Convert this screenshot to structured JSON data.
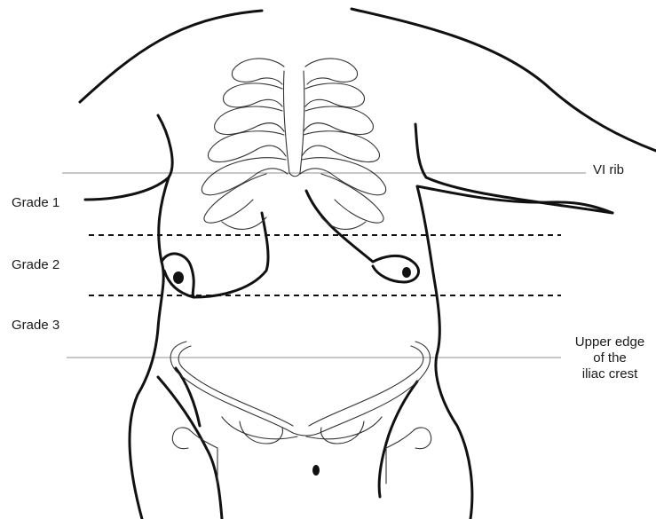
{
  "labels": {
    "grade1": "Grade 1",
    "grade2": "Grade 2",
    "grade3": "Grade 3",
    "vi_rib": "VI rib",
    "iliac_line1": "Upper edge",
    "iliac_line2": "of the",
    "iliac_line3": "iliac crest"
  },
  "colors": {
    "outline": "#111111",
    "reference_line": "#b5b5b5",
    "dashed_line": "#111111"
  }
}
